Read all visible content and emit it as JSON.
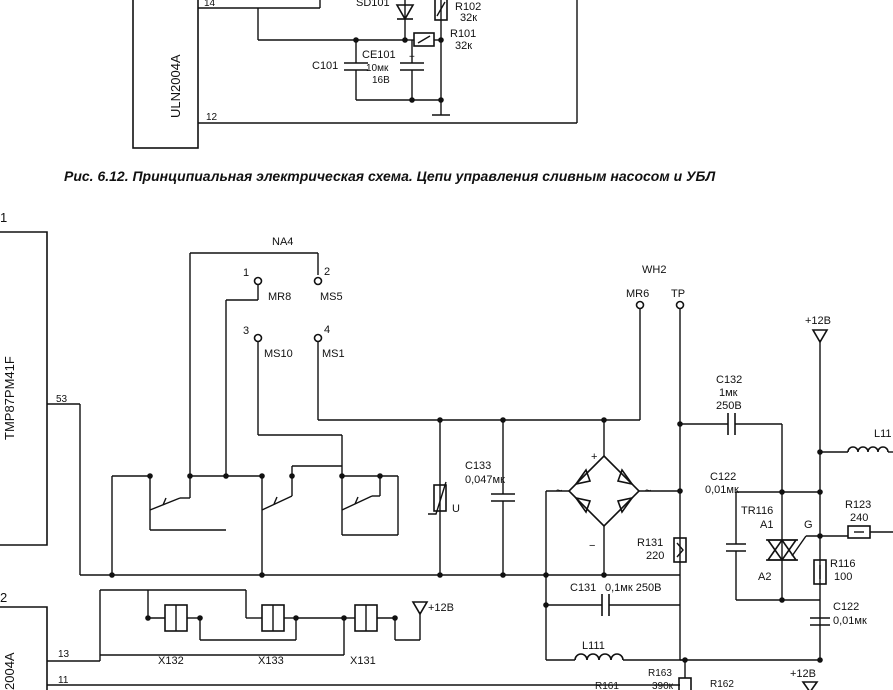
{
  "caption": "Рис. 6.12. Принципиальная электрическая схема. Цепи управления сливным насосом и УБЛ",
  "top": {
    "chip": "ULN2004A",
    "pin14": "14",
    "pin12": "12",
    "sd101": "SD101",
    "r102": "R102",
    "r102_val": "32к",
    "r101": "R101",
    "r101_val": "32к",
    "c101": "C101",
    "ce101": "CE101",
    "ce101_val1": "10мк",
    "ce101_val2": "16В",
    "plus": "+"
  },
  "left": {
    "chip1_label": "TMP87PM41F",
    "chip1_num": "1",
    "chip2_num": "2",
    "chip2_label": "2004A",
    "pin53": "53",
    "pin13": "13",
    "pin11": "11"
  },
  "na4": {
    "title": "NA4",
    "p1": "1",
    "p2": "2",
    "p3": "3",
    "p4": "4",
    "mr8": "MR8",
    "ms5": "MS5",
    "ms10": "MS10",
    "ms1": "MS1"
  },
  "coils": {
    "x132": "X132",
    "x133": "X133",
    "x131": "X131",
    "v12": "+12В"
  },
  "wh2": {
    "title": "WH2",
    "mr6": "MR6",
    "tp": "TP"
  },
  "c133": {
    "name": "C133",
    "val": "0,047мк"
  },
  "u": "U",
  "bridge": {
    "plus": "+",
    "minus": "−",
    "tilde_l": "~",
    "tilde_r": "~"
  },
  "r131": {
    "name": "R131",
    "val": "220"
  },
  "c131": {
    "name": "C131",
    "val": "0,1мк 250В"
  },
  "l111": "L111",
  "r163": {
    "name": "R163",
    "val": "390к"
  },
  "r161": "R161",
  "r162": "R162",
  "c132": {
    "name": "C132",
    "val1": "1мк",
    "val2": "250В"
  },
  "c122a": {
    "name": "C122",
    "val": "0,01мк"
  },
  "tr116": {
    "name": "TR116",
    "a1": "A1",
    "a2": "A2",
    "g": "G"
  },
  "v12_right": "+12В",
  "v12_bottom": "+12В",
  "l11": "L11",
  "r123": {
    "name": "R123",
    "val": "240"
  },
  "r116": {
    "name": "R116",
    "val": "100"
  },
  "c122b": {
    "name": "C122",
    "val": "0,01мк"
  }
}
